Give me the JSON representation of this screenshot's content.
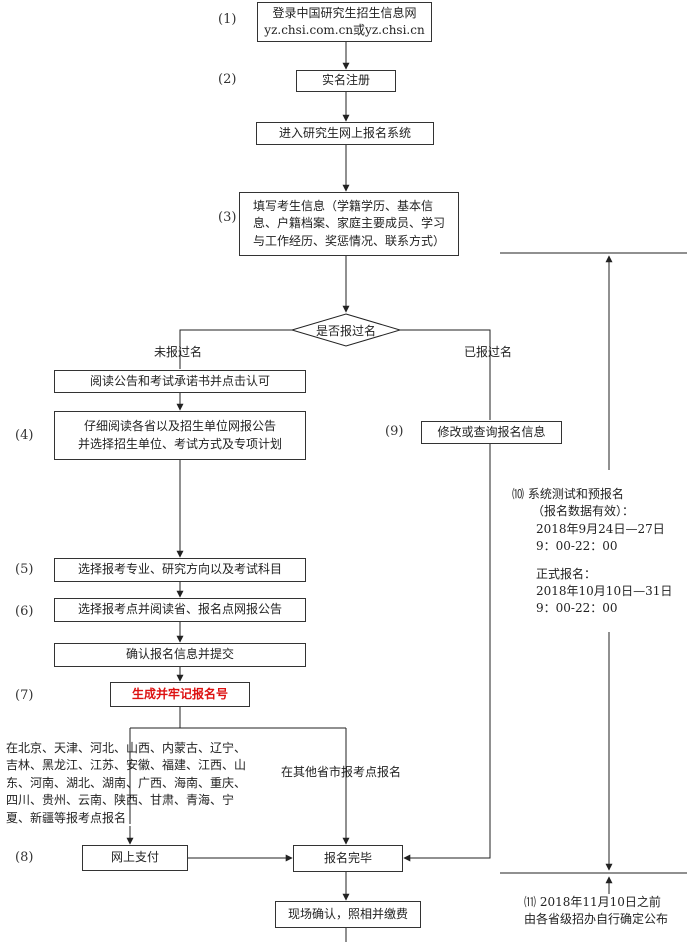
{
  "steps": {
    "n1": "(1)",
    "n2": "(2)",
    "n3": "(3)",
    "n4": "(4)",
    "n5": "(5)",
    "n6": "(6)",
    "n7": "(7)",
    "n8": "(8)",
    "n9": "(9)",
    "n10": "⑽",
    "n11": "⑾"
  },
  "boxes": {
    "login_l1": "登录中国研究生招生信息网",
    "login_l2": "yz.chsi.com.cn或yz.chsi.cn",
    "register": "实名注册",
    "enter_system": "进入研究生网上报名系统",
    "fill_l1": "填写考生信息（学籍学历、基本信",
    "fill_l2": "息、户籍档案、家庭主要成员、学习",
    "fill_l3": "与工作经历、奖惩情况、联系方式）",
    "decision": "是否报过名",
    "read_notice": "阅读公告和考试承诺书并点击认可",
    "read_prov_l1": "仔细阅读各省以及招生单位网报公告",
    "read_prov_l2": "并选择招生单位、考试方式及专项计划",
    "choose_major": "选择报考专业、研究方向以及考试科目",
    "choose_site": "选择报考点并阅读省、报名点网报公告",
    "confirm_submit": "确认报名信息并提交",
    "generate_no": "生成并牢记报名号",
    "modify_info": "修改或查询报名信息",
    "pay_online": "网上支付",
    "complete": "报名完毕",
    "onsite": "现场确认，照相并缴费"
  },
  "labels": {
    "not_registered": "未报过名",
    "registered": "已报过名",
    "provinces_l1": "在北京、天津、河北、山西、内蒙古、辽宁、",
    "provinces_l2": "吉林、黑龙江、江苏、安徽、福建、江西、山",
    "provinces_l3": "东、河南、湖北、湖南、广西、海南、重庆、",
    "provinces_l4": "四川、贵州、云南、陕西、甘肃、青海、宁",
    "provinces_l5": "夏、新疆等报考点报名",
    "other_provinces": "在其他省市报考点报名"
  },
  "side_info": {
    "test_title": "系统测试和预报名",
    "test_note": "（报名数据有效）：",
    "test_date": "2018年9月24日—27日",
    "test_time": "9：00-22：00",
    "formal_title": "正式报名：",
    "formal_date": "2018年10月10日—31日",
    "formal_time": "9：00-22：00",
    "confirm_l1": "2018年11月10日之前",
    "confirm_l2": "由各省级招办自行确定公布"
  }
}
